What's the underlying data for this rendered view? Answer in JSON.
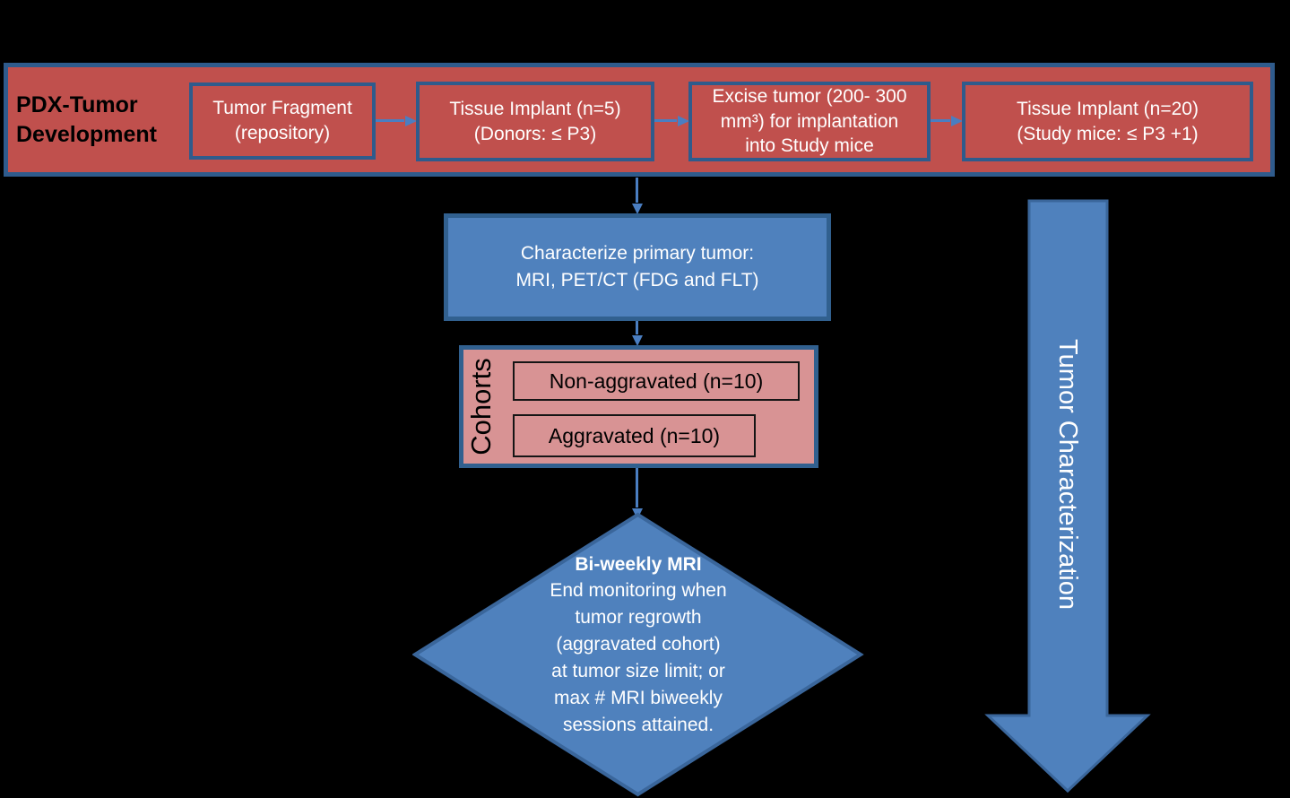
{
  "colors": {
    "red_fill": "#c0504d",
    "pink_fill": "#d89394",
    "blue_fill": "#4f81bd",
    "dark_blue_border": "#31608f",
    "box_border_blue": "#2f5b8c",
    "diamond_border": "#3a669b",
    "arrow_blue": "#4a7ec1",
    "text_light": "#ffffff",
    "text_dark": "#000000",
    "bg": "#000000"
  },
  "banner": {
    "label_lines": [
      "PDX-Tumor",
      "Development"
    ],
    "boxes": [
      {
        "lines": [
          "Tumor Fragment",
          "(repository)"
        ]
      },
      {
        "lines": [
          "Tissue Implant (n=5)",
          "(Donors: ≤ P3)"
        ]
      },
      {
        "lines": [
          "Excise tumor (200- 300",
          "mm³) for implantation",
          "into Study mice"
        ]
      },
      {
        "lines": [
          "Tissue Implant (n=20)",
          "(Study mice: ≤ P3 +1)"
        ]
      }
    ]
  },
  "characterize_box": {
    "lines": [
      "Characterize primary tumor:",
      "MRI, PET/CT (FDG and FLT)"
    ]
  },
  "cohorts": {
    "label": "Cohorts",
    "items": [
      {
        "label": "Non-aggravated (n=10)"
      },
      {
        "label": "Aggravated (n=10)"
      }
    ]
  },
  "decision_diamond": {
    "title": "Bi-weekly MRI",
    "lines": [
      "End monitoring when",
      "tumor regrowth",
      "(aggravated cohort)",
      "at tumor size limit; or",
      "max # MRI biweekly",
      "sessions attained."
    ]
  },
  "timeline_arrow": {
    "label": "Tumor Characterization"
  }
}
